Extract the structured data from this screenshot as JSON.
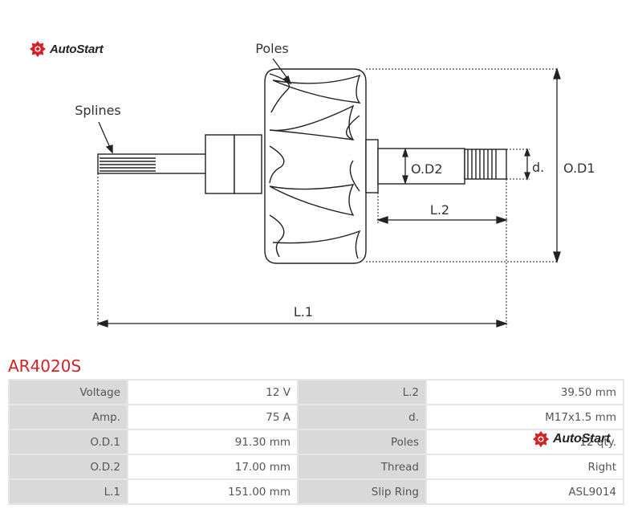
{
  "brand": {
    "name": "AutoStart",
    "accent": "#d42027"
  },
  "diagram": {
    "labels": {
      "poles": "Poles",
      "splines": "Splines",
      "od1": "O.D1",
      "od2": "O.D2",
      "d": "d.",
      "l1": "L.1",
      "l2": "L.2"
    }
  },
  "part_number": "AR4020S",
  "specs": {
    "rows": [
      {
        "k1": "Voltage",
        "v1": "12 V",
        "k2": "L.2",
        "v2": "39.50 mm"
      },
      {
        "k1": "Amp.",
        "v1": "75 A",
        "k2": "d.",
        "v2": "M17x1.5 mm"
      },
      {
        "k1": "O.D.1",
        "v1": "91.30 mm",
        "k2": "Poles",
        "v2": "12 qty."
      },
      {
        "k1": "O.D.2",
        "v1": "17.00 mm",
        "k2": "Thread",
        "v2": "Right"
      },
      {
        "k1": "L.1",
        "v1": "151.00 mm",
        "k2": "Slip Ring",
        "v2": "ASL9014"
      }
    ]
  }
}
